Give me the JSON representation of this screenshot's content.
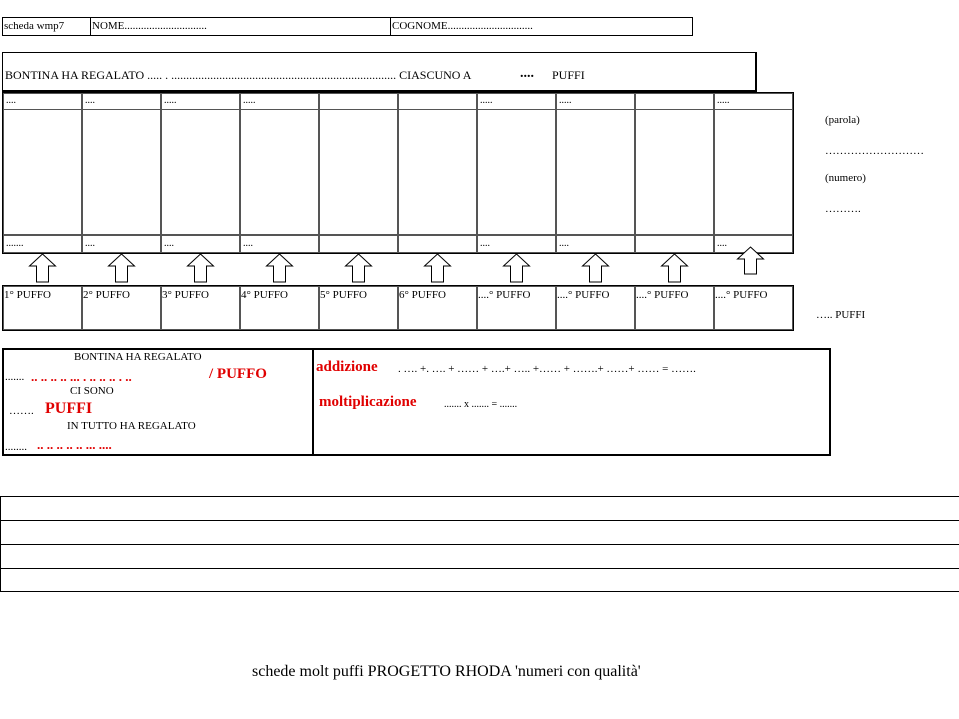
{
  "header": {
    "scheda": "scheda wmp7",
    "nome": "NOME..............................",
    "cognome": "COGNOME..............................."
  },
  "statement": {
    "prefix": "BONTINA HA REGALATO ..... . ........................................................................... CIASCUNO A",
    "dots": "....",
    "suffix": "PUFFI"
  },
  "grid": {
    "top_cells": [
      "....",
      "....",
      ".....",
      ".....",
      "",
      "",
      ".....",
      ".....",
      "",
      "....."
    ],
    "bottom_cells": [
      ".......",
      "....",
      "....",
      "....",
      "",
      "",
      "....",
      "....",
      "",
      "...."
    ]
  },
  "puffi_labels": [
    "1° PUFFO",
    "2° PUFFO",
    "3° PUFFO",
    "4° PUFFO",
    "5° PUFFO",
    "6° PUFFO",
    "....° PUFFO",
    "....° PUFFO",
    "....° PUFFO",
    "....° PUFFO"
  ],
  "side": {
    "parola_label": "(parola)",
    "parola_dots": "………………………",
    "numero_label": "(numero)",
    "numero_dots": "……….",
    "total_puffi": "….. PUFFI"
  },
  "summary": {
    "line1": "BONTINA HA REGALATO",
    "line2_dots": ".......",
    "line2_red_dots": ".. .. .. .. ... . .. .. .. . ..",
    "line2_unit": "/ PUFFO",
    "line3": "CI SONO",
    "line4_dots": "…….",
    "line4_red": "PUFFI",
    "line5": "IN TUTTO HA REGALATO",
    "line6_dots": "........",
    "line6_red_dots": ".. .. .. .. .. ... ....",
    "addizione_label": "addizione",
    "addizione_expr": ". …. +. …. + …… + ….+ ….. +…… + …….+ ……+ ……  = …….",
    "molt_label": "moltiplicazione",
    "molt_expr": ".......    x     .......     =       ......."
  },
  "footer": {
    "caption": "schede molt puffi PROGETTO RHODA 'numeri con qualità'"
  }
}
